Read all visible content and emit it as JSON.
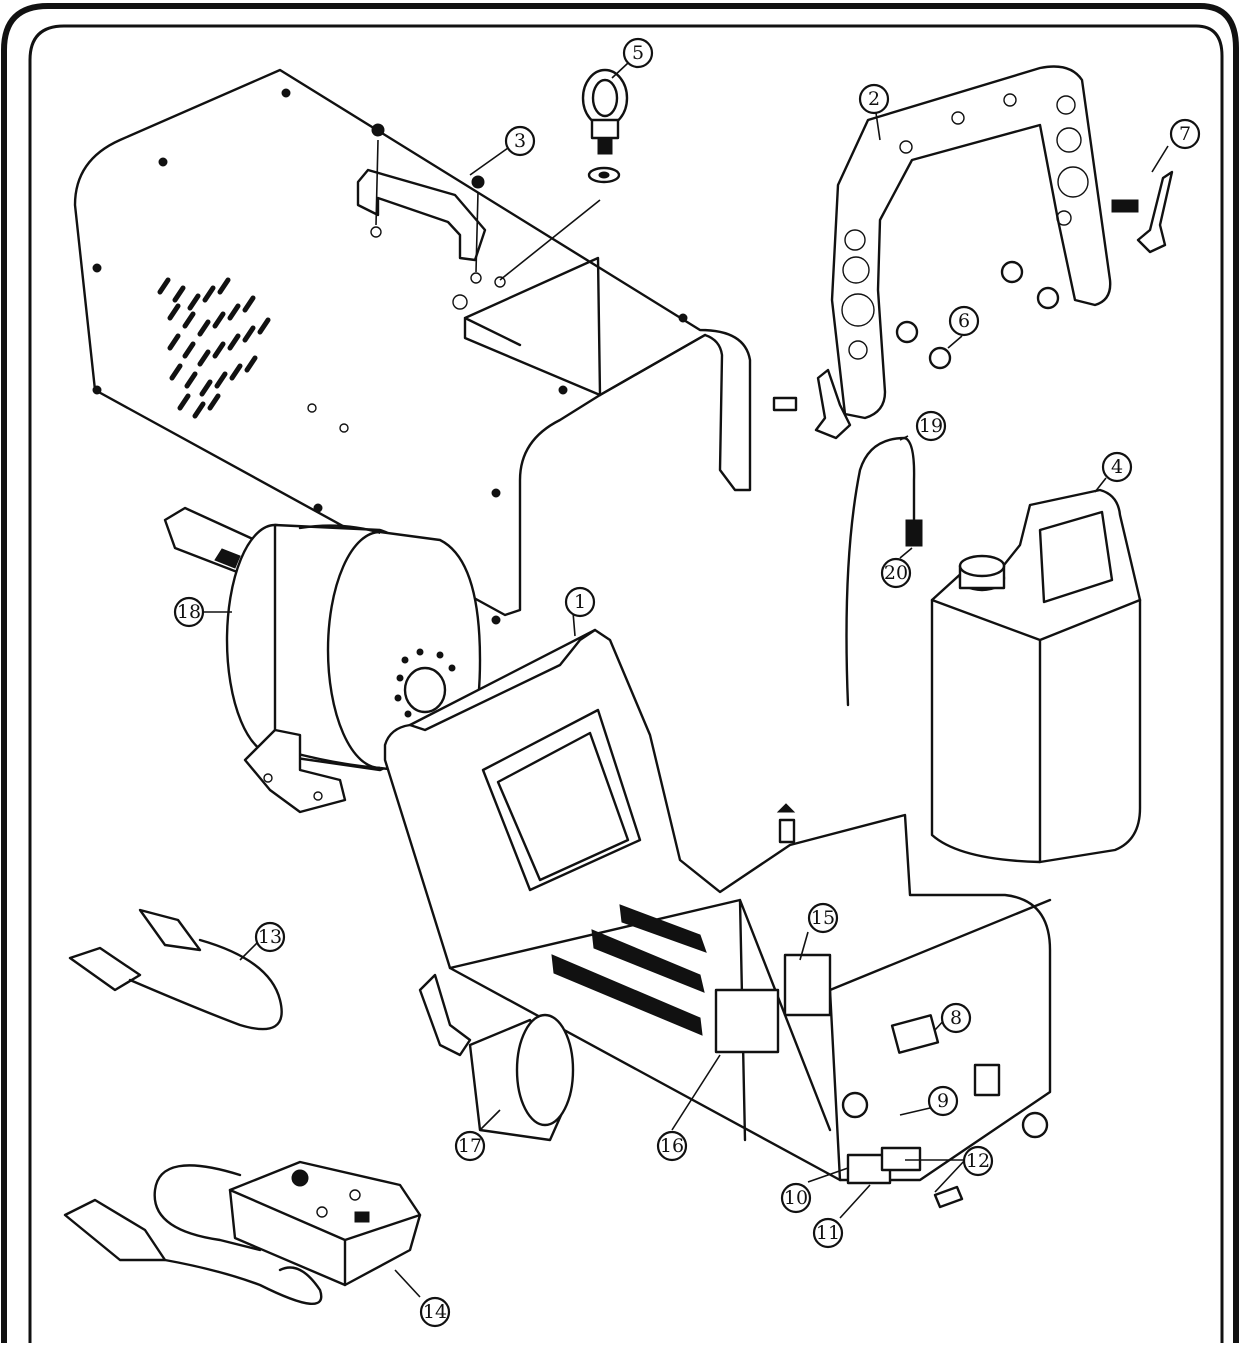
{
  "callouts": [
    {
      "id": "1",
      "label": "1"
    },
    {
      "id": "2",
      "label": "2"
    },
    {
      "id": "3",
      "label": "3"
    },
    {
      "id": "4",
      "label": "4"
    },
    {
      "id": "5",
      "label": "5"
    },
    {
      "id": "6",
      "label": "6"
    },
    {
      "id": "7",
      "label": "7"
    },
    {
      "id": "8",
      "label": "8"
    },
    {
      "id": "9",
      "label": "9"
    },
    {
      "id": "10",
      "label": "10"
    },
    {
      "id": "11",
      "label": "11"
    },
    {
      "id": "12",
      "label": "12"
    },
    {
      "id": "13",
      "label": "13"
    },
    {
      "id": "14",
      "label": "14"
    },
    {
      "id": "15",
      "label": "15"
    },
    {
      "id": "16",
      "label": "16"
    },
    {
      "id": "17",
      "label": "17"
    },
    {
      "id": "18",
      "label": "18"
    },
    {
      "id": "19",
      "label": "19"
    },
    {
      "id": "20",
      "label": "20"
    }
  ]
}
